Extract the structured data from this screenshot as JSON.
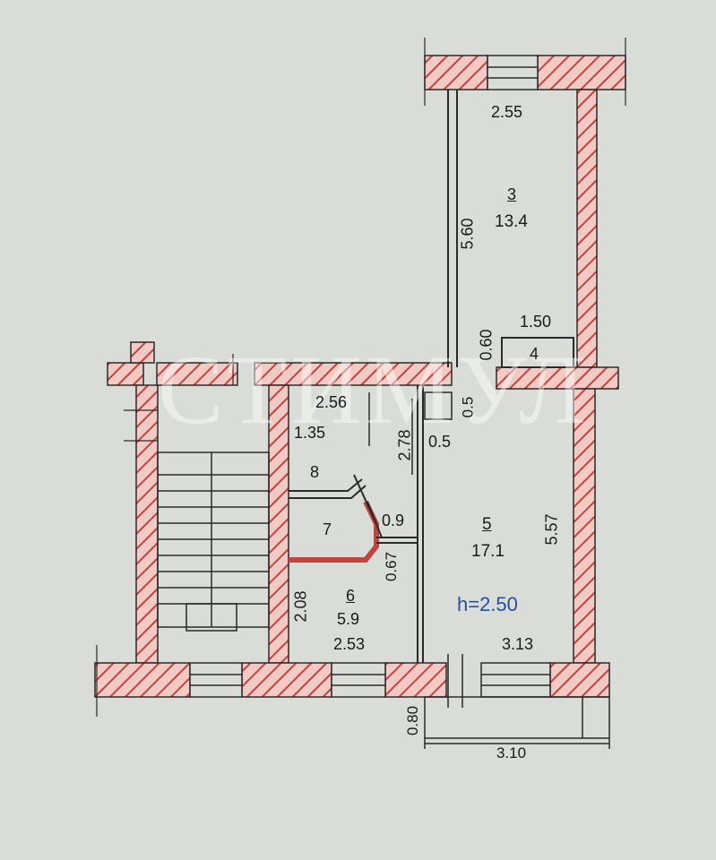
{
  "watermark": "СТИМУЛ",
  "rooms": [
    {
      "id": "3",
      "area": "13.4"
    },
    {
      "id": "4",
      "area": ""
    },
    {
      "id": "5",
      "area": "17.1"
    },
    {
      "id": "6",
      "area": "5.9"
    },
    {
      "id": "7",
      "area": ""
    }
  ],
  "dimensions": {
    "d_2_55": "2.55",
    "d_5_60": "5.60",
    "d_1_50": "1.50",
    "d_0_60": "0.60",
    "d_2_56": "2.56",
    "d_2_78": "2.78",
    "d_0_5a": "0.5",
    "d_0_5b": "0.5",
    "d_1_35": "1.35",
    "d_0_9": "0.9",
    "d_0_67": "0.67",
    "d_5_57": "5.57",
    "d_2_08": "2.08",
    "d_2_53": "2.53",
    "d_3_13": "3.13",
    "d_0_80": "0.80",
    "d_3_10": "3.10",
    "room8_label": "8"
  },
  "ceiling_height": "h=2.50",
  "colors": {
    "wall_fill": "#f3c9c4",
    "wall_hatch": "#c0453f",
    "line": "#2a2a2a",
    "background": "#d9dcd7",
    "height_text": "#2450a8"
  }
}
